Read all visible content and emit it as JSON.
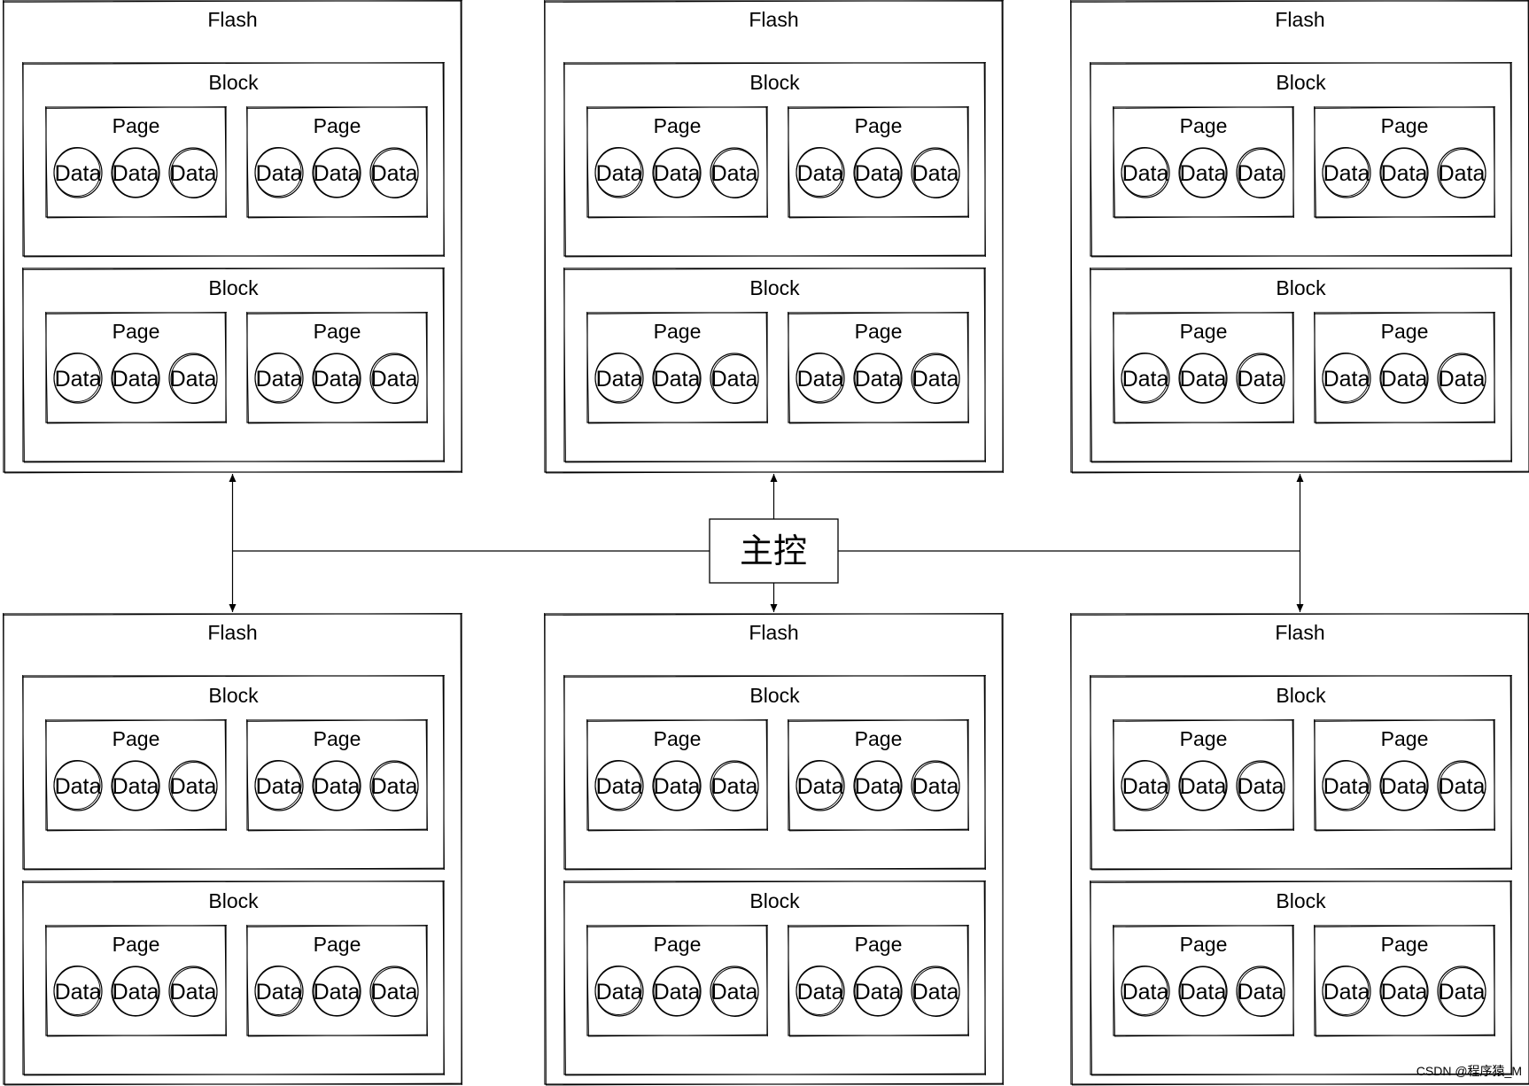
{
  "diagram": {
    "flash_label": "Flash",
    "block_label": "Block",
    "page_label": "Page",
    "data_label": "Data",
    "controller_label": "主控",
    "watermark": "CSDN @程序猿_M",
    "flash_count": 6,
    "blocks_per_flash": 2,
    "pages_per_block": 2,
    "data_per_page": 3,
    "stroke_color": "#000000",
    "background_color": "#ffffff",
    "watermark_color": "#b5b5b5",
    "style": "hand-drawn sketch"
  }
}
